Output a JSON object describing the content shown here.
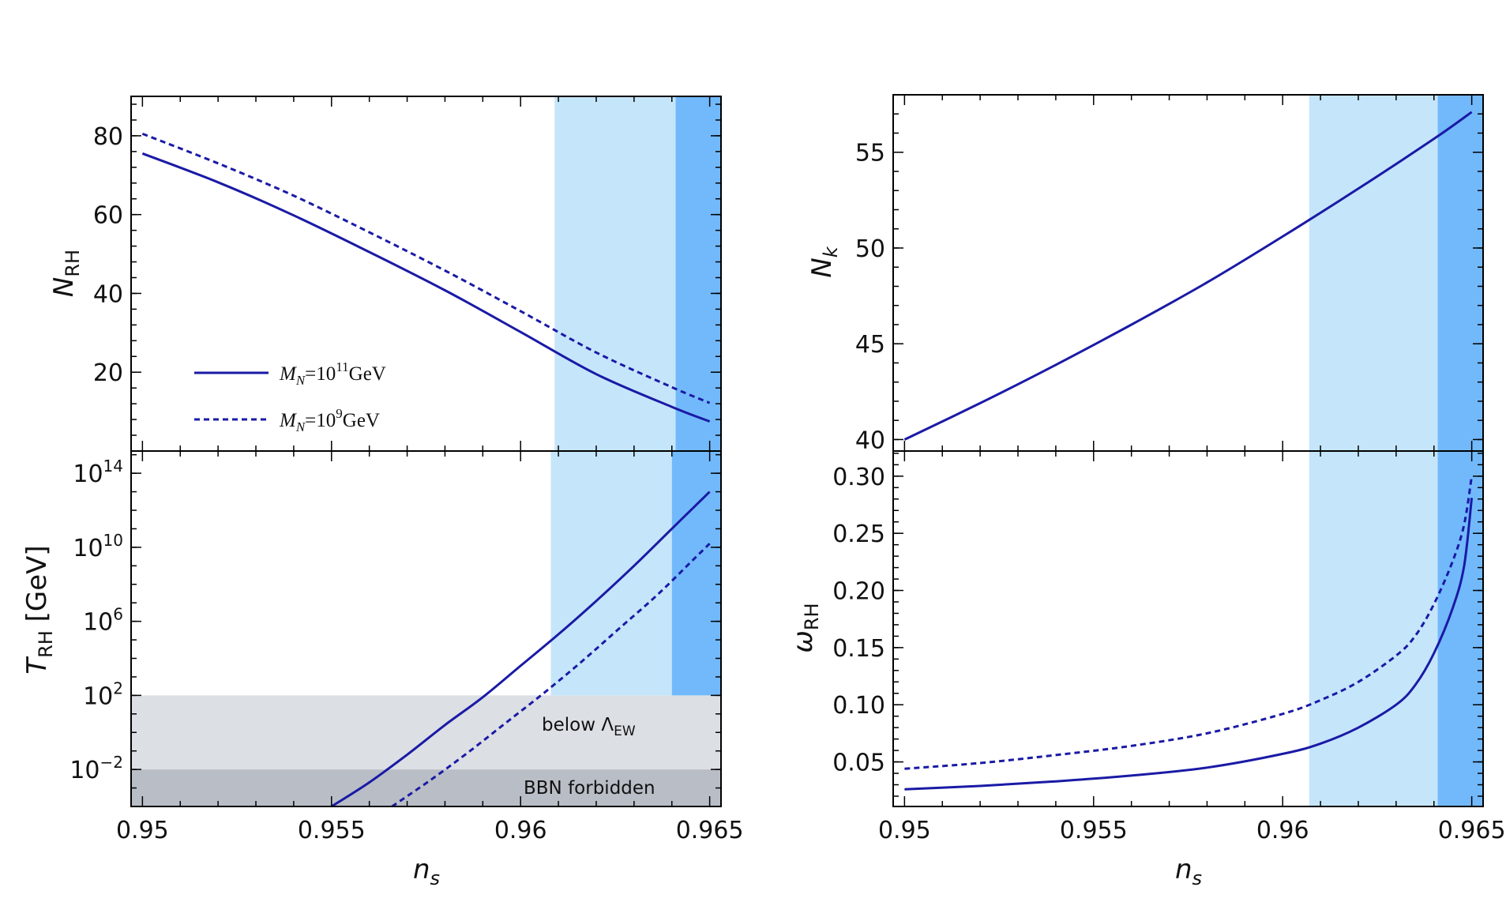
{
  "colors": {
    "curve": "#1a1aa6",
    "band_light": "#c5e5fa",
    "band_dark": "#72b9fb",
    "below_ew": "#dcdfe4",
    "bbn": "#b9bec6",
    "frame": "#000000"
  },
  "panels_text": {
    "x_title": "n",
    "x_title_sub": "s",
    "nrh_title": "N",
    "nrh_title_sub": "RH",
    "trh_title": "T",
    "trh_title_sub": "RH",
    "trh_title_unit": " [GeV]",
    "nk_title": "N",
    "nk_title_sub": "k",
    "wrh_title": "ω",
    "wrh_title_sub": "RH",
    "below_ew": "below Λ",
    "below_ew_sub": "EW",
    "bbn": "BBN forbidden",
    "legend_solid_prefix": "M",
    "legend_solid_sub": "N",
    "legend_solid_mid": "=10",
    "legend_solid_exp": "11",
    "legend_solid_unit": "GeV",
    "legend_dashed_prefix": "M",
    "legend_dashed_sub": "N",
    "legend_dashed_mid": "=10",
    "legend_dashed_exp": "9",
    "legend_dashed_unit": "GeV"
  },
  "chart_data": [
    {
      "id": "nrh",
      "type": "line",
      "xlabel": "",
      "ylabel": "N_RH",
      "xlim": [
        0.9497,
        0.9653
      ],
      "ylim": [
        0,
        90
      ],
      "yticks": [
        20,
        40,
        60,
        80
      ],
      "ytick_labels": [
        "20",
        "40",
        "60",
        "80"
      ],
      "bands": [
        {
          "name": "light",
          "x": [
            0.9609,
            0.9641
          ]
        },
        {
          "name": "dark",
          "x": [
            0.9641,
            0.9653
          ]
        }
      ],
      "series": [
        {
          "name": "M_N=10^11GeV",
          "style": "solid",
          "x": [
            0.95,
            0.952,
            0.954,
            0.956,
            0.958,
            0.96,
            0.962,
            0.964,
            0.965
          ],
          "y": [
            75.5,
            68.2,
            59.8,
            50.5,
            40.8,
            30.2,
            19.5,
            11.2,
            7.5
          ]
        },
        {
          "name": "M_N=10^9GeV",
          "style": "dashed",
          "x": [
            0.95,
            0.952,
            0.954,
            0.956,
            0.958,
            0.96,
            0.962,
            0.964,
            0.965
          ],
          "y": [
            80.5,
            73.0,
            64.8,
            55.5,
            45.8,
            35.5,
            25.0,
            16.2,
            12.2
          ]
        }
      ]
    },
    {
      "id": "trh",
      "type": "line",
      "xlabel": "n_s",
      "ylabel": "T_RH [GeV]",
      "yscale": "log",
      "xlim": [
        0.9497,
        0.9653
      ],
      "ylim_log10": [
        -4,
        15.2
      ],
      "xticks": [
        0.95,
        0.955,
        0.96,
        0.965
      ],
      "xtick_labels": [
        "0.95",
        "0.955",
        "0.96",
        "0.965"
      ],
      "yticks_log10": [
        -2,
        2,
        6,
        10,
        14
      ],
      "ytick_labels": [
        "10",
        "10",
        "10",
        "10",
        "10"
      ],
      "ytick_exponents": [
        "−2",
        "2",
        "6",
        "10",
        "14"
      ],
      "bands": [
        {
          "name": "light",
          "x": [
            0.9608,
            0.964
          ],
          "y_log10_min": 2
        },
        {
          "name": "dark",
          "x": [
            0.964,
            0.9653
          ],
          "y_log10_min": 2
        }
      ],
      "regions": [
        {
          "name": "below Λ_EW",
          "y_log10": [
            -2,
            2
          ]
        },
        {
          "name": "BBN forbidden",
          "y_log10": [
            -4,
            -2
          ]
        }
      ],
      "series": [
        {
          "name": "M_N=10^11GeV",
          "style": "solid",
          "x": [
            0.955,
            0.956,
            0.957,
            0.958,
            0.959,
            0.96,
            0.961,
            0.962,
            0.963,
            0.964,
            0.965
          ],
          "y_log10": [
            -4,
            -2.7,
            -1.2,
            0.4,
            1.9,
            3.6,
            5.3,
            7.1,
            9.0,
            11.0,
            13.0
          ]
        },
        {
          "name": "M_N=10^9GeV",
          "style": "dashed",
          "x": [
            0.9566,
            0.9576,
            0.9586,
            0.9596,
            0.9606,
            0.9616,
            0.9626,
            0.9636,
            0.9646,
            0.965
          ],
          "y_log10": [
            -4,
            -2.6,
            -1.1,
            0.5,
            2.1,
            3.8,
            5.6,
            7.4,
            9.4,
            10.2
          ]
        }
      ]
    },
    {
      "id": "nk",
      "type": "line",
      "xlabel": "",
      "ylabel": "N_k",
      "xlim": [
        0.9497,
        0.9653
      ],
      "ylim": [
        39.4,
        58.0
      ],
      "yticks": [
        40,
        45,
        50,
        55
      ],
      "ytick_labels": [
        "40",
        "45",
        "50",
        "55"
      ],
      "bands": [
        {
          "name": "light",
          "x": [
            0.9607,
            0.9641
          ]
        },
        {
          "name": "dark",
          "x": [
            0.9641,
            0.9653
          ]
        }
      ],
      "series": [
        {
          "name": "N_k",
          "style": "solid",
          "x": [
            0.95,
            0.952,
            0.954,
            0.956,
            0.958,
            0.96,
            0.962,
            0.964,
            0.965
          ],
          "y": [
            40.0,
            41.9,
            43.9,
            46.0,
            48.2,
            50.6,
            53.1,
            55.7,
            57.1
          ]
        }
      ]
    },
    {
      "id": "wrh",
      "type": "line",
      "xlabel": "n_s",
      "ylabel": "ω_RH",
      "xlim": [
        0.9497,
        0.9653
      ],
      "ylim": [
        0.011,
        0.322
      ],
      "xticks": [
        0.95,
        0.955,
        0.96,
        0.965
      ],
      "xtick_labels": [
        "0.95",
        "0.955",
        "0.96",
        "0.965"
      ],
      "yticks": [
        0.05,
        0.1,
        0.15,
        0.2,
        0.25,
        0.3
      ],
      "ytick_labels": [
        "0.05",
        "0.10",
        "0.15",
        "0.20",
        "0.25",
        "0.30"
      ],
      "bands": [
        {
          "name": "light",
          "x": [
            0.9607,
            0.9641
          ]
        },
        {
          "name": "dark",
          "x": [
            0.9641,
            0.9653
          ]
        }
      ],
      "series": [
        {
          "name": "M_N=10^11GeV",
          "style": "solid",
          "x": [
            0.95,
            0.952,
            0.954,
            0.956,
            0.958,
            0.96,
            0.961,
            0.962,
            0.963,
            0.9635,
            0.964,
            0.9645,
            0.9648,
            0.965
          ],
          "y": [
            0.026,
            0.029,
            0.033,
            0.038,
            0.045,
            0.057,
            0.066,
            0.08,
            0.1,
            0.117,
            0.145,
            0.185,
            0.222,
            0.281
          ]
        },
        {
          "name": "M_N=10^9GeV",
          "style": "dashed",
          "x": [
            0.95,
            0.952,
            0.954,
            0.956,
            0.958,
            0.96,
            0.961,
            0.962,
            0.963,
            0.9635,
            0.964,
            0.9645,
            0.9648,
            0.965
          ],
          "y": [
            0.044,
            0.049,
            0.056,
            0.064,
            0.075,
            0.092,
            0.104,
            0.12,
            0.143,
            0.16,
            0.188,
            0.226,
            0.258,
            0.3
          ]
        }
      ]
    }
  ]
}
